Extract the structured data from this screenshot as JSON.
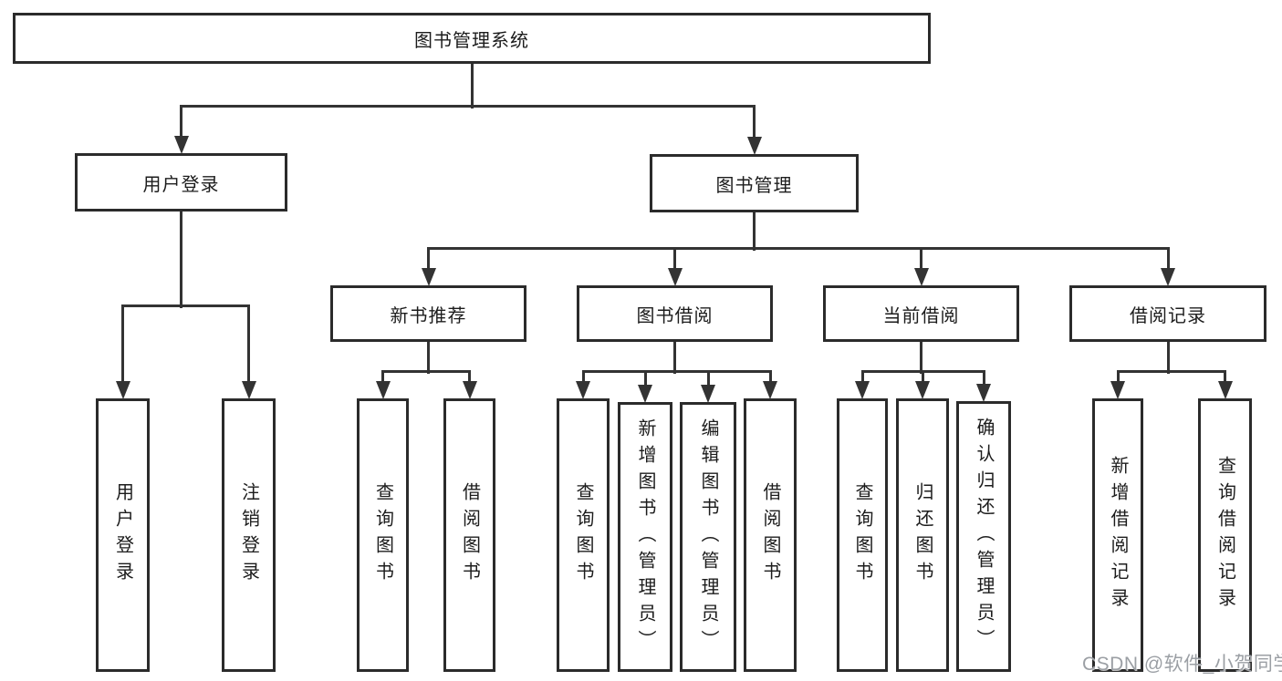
{
  "page": {
    "background": "#ffffff"
  },
  "colors": {
    "line": "#333333",
    "box_border": "#2b2b2b",
    "text": "#1c1c1c",
    "watermark": "#9b9fa4"
  },
  "watermark": {
    "text": "CSDN @软件_小贺同学"
  },
  "diagram": {
    "title": "图书管理系统",
    "nodes": [
      {
        "id": "root",
        "label": "图书管理系统",
        "orientation": "h",
        "parent": null
      },
      {
        "id": "login",
        "label": "用户登录",
        "orientation": "h",
        "parent": "root"
      },
      {
        "id": "bookmgmt",
        "label": "图书管理",
        "orientation": "h",
        "parent": "root"
      },
      {
        "id": "user-login",
        "label": "用户登录",
        "orientation": "v",
        "parent": "login"
      },
      {
        "id": "logout",
        "label": "注销登录",
        "orientation": "v",
        "parent": "login"
      },
      {
        "id": "newbook",
        "label": "新书推荐",
        "orientation": "h",
        "parent": "bookmgmt"
      },
      {
        "id": "borrow",
        "label": "图书借阅",
        "orientation": "h",
        "parent": "bookmgmt"
      },
      {
        "id": "current",
        "label": "当前借阅",
        "orientation": "h",
        "parent": "bookmgmt"
      },
      {
        "id": "records",
        "label": "借阅记录",
        "orientation": "h",
        "parent": "bookmgmt"
      },
      {
        "id": "nb-query",
        "label": "查询图书",
        "orientation": "v",
        "parent": "newbook"
      },
      {
        "id": "nb-borrow",
        "label": "借阅图书",
        "orientation": "v",
        "parent": "newbook"
      },
      {
        "id": "b-query",
        "label": "查询图书",
        "orientation": "v",
        "parent": "borrow"
      },
      {
        "id": "b-add",
        "label": "新增图书（管理员）",
        "orientation": "v",
        "parent": "borrow"
      },
      {
        "id": "b-edit",
        "label": "编辑图书（管理员）",
        "orientation": "v",
        "parent": "borrow"
      },
      {
        "id": "b-borrow",
        "label": "借阅图书",
        "orientation": "v",
        "parent": "borrow"
      },
      {
        "id": "c-query",
        "label": "查询图书",
        "orientation": "v",
        "parent": "current"
      },
      {
        "id": "c-return",
        "label": "归还图书",
        "orientation": "v",
        "parent": "current"
      },
      {
        "id": "c-confirm",
        "label": "确认归还（管理员）",
        "orientation": "v",
        "parent": "current"
      },
      {
        "id": "r-add",
        "label": "新增借阅记录",
        "orientation": "v",
        "parent": "records"
      },
      {
        "id": "r-query",
        "label": "查询借阅记录",
        "orientation": "v",
        "parent": "records"
      }
    ]
  }
}
